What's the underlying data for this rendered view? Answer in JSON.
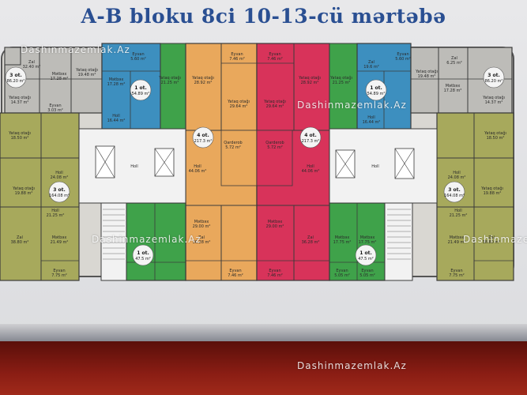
{
  "title": "A-B bloku 8ci 10-13-cü mərtəbə",
  "watermarks": [
    "Dashinmazemlak.Az",
    "Dashinmazemlak.Az",
    "Dashinmazemlak.Az",
    "Dashinmazemlak.Az",
    "Dashinmazemlak.Az"
  ],
  "colors": {
    "gray": "#bdbcb8",
    "blue": "#3d8fbf",
    "green": "#3fa24a",
    "olive": "#a7a95c",
    "orange": "#e9a85c",
    "red": "#d8335a",
    "white": "#f2f2f2",
    "wall": "#3b3b3b",
    "badge": "#f4f4f4"
  },
  "apartments": [
    {
      "label": "3 ot.",
      "area": "86.20 m²"
    },
    {
      "label": "1 ot.",
      "area": "54.89 m²"
    },
    {
      "label": "4 ot.",
      "area": "217.3 m²"
    },
    {
      "label": "4 ot.",
      "area": "217.3 m²"
    },
    {
      "label": "1 ot.",
      "area": "54.89 m²"
    },
    {
      "label": "3 ot.",
      "area": "86.20 m²"
    },
    {
      "label": "3 ot.",
      "area": "164.08 m²"
    },
    {
      "label": "1 ot.",
      "area": "47.5 m²"
    },
    {
      "label": "1 ot.",
      "area": "47.5 m²"
    },
    {
      "label": "3 ot.",
      "area": "164.08 m²"
    }
  ],
  "rooms": [
    {
      "name": "Zal",
      "area": "32.40 m²"
    },
    {
      "name": "Mətbəx",
      "area": "17.28 m²"
    },
    {
      "name": "Yataq otağı",
      "area": "19.48 m²"
    },
    {
      "name": "Yataq otağı",
      "area": "14.37 m²"
    },
    {
      "name": "Eyvan",
      "area": "3.03 m²"
    },
    {
      "name": "Mətbəx",
      "area": "17.28 m²"
    },
    {
      "name": "Holl",
      "area": "16.44 m²"
    },
    {
      "name": "Eyvan",
      "area": "5.60 m²"
    },
    {
      "name": "Yataq otağı",
      "area": "21.25 m²"
    },
    {
      "name": "Eyvan",
      "area": "7.46 m²"
    },
    {
      "name": "Yataq otağı",
      "area": "28.92 m²"
    },
    {
      "name": "Yataq otağı",
      "area": "29.64 m²"
    },
    {
      "name": "Qarderob",
      "area": "5.72 m²"
    },
    {
      "name": "Holl",
      "area": "44.06 m²"
    },
    {
      "name": "Mətbəx",
      "area": "29.00 m²"
    },
    {
      "name": "Zal",
      "area": "36.28 m²"
    },
    {
      "name": "Eyvan",
      "area": "7.46 m²"
    },
    {
      "name": "Eyvan",
      "area": "7.46 m²"
    },
    {
      "name": "Yataq otağı",
      "area": "28.92 m²"
    },
    {
      "name": "Yataq otağı",
      "area": "29.64 m²"
    },
    {
      "name": "Qarderob",
      "area": "5.72 m²"
    },
    {
      "name": "Holl",
      "area": "44.06 m²"
    },
    {
      "name": "Mətbəx",
      "area": "29.00 m²"
    },
    {
      "name": "Zal",
      "area": "36.28 m²"
    },
    {
      "name": "Eyvan",
      "area": "7.46 m²"
    },
    {
      "name": "Yataq otağı",
      "area": "21.25 m²"
    },
    {
      "name": "Zal",
      "area": "19.6 m²"
    },
    {
      "name": "Eyvan",
      "area": "5.60 m²"
    },
    {
      "name": "Holl",
      "area": "16.44 m²"
    },
    {
      "name": "Zal",
      "area": "6.25 m²"
    },
    {
      "name": "Mətbəx",
      "area": "17.28 m²"
    },
    {
      "name": "Yataq otağı",
      "area": "19.48 m²"
    },
    {
      "name": "Yataq otağı",
      "area": "14.37 m²"
    },
    {
      "name": "Yataq otağı",
      "area": "18.50 m²"
    },
    {
      "name": "Holl",
      "area": "24.08 m²"
    },
    {
      "name": "Yataq otağı",
      "area": "19.88 m²"
    },
    {
      "name": "Holl",
      "area": "21.25 m²"
    },
    {
      "name": "Zal",
      "area": "38.80 m²"
    },
    {
      "name": "Mətbəx",
      "area": "21.49 m²"
    },
    {
      "name": "Eyvan",
      "area": "7.75 m²"
    },
    {
      "name": "Mətbəx",
      "area": "17.75 m²"
    },
    {
      "name": "Eyvan",
      "area": "5.05 m²"
    },
    {
      "name": "Mətbəx",
      "area": "17.75 m²"
    },
    {
      "name": "Eyvan",
      "area": "5.05 m²"
    },
    {
      "name": "Yataq otağı",
      "area": "18.50 m²"
    },
    {
      "name": "Holl",
      "area": "24.08 m²"
    },
    {
      "name": "Yataq otağı",
      "area": "19.88 m²"
    },
    {
      "name": "Holl",
      "area": "21.25 m²"
    },
    {
      "name": "Zal",
      "area": "38.80 m²"
    },
    {
      "name": "Mətbəx",
      "area": "21.49 m²"
    },
    {
      "name": "Eyvan",
      "area": "7.75 m²"
    }
  ],
  "common": {
    "hall_label": "Holl"
  }
}
